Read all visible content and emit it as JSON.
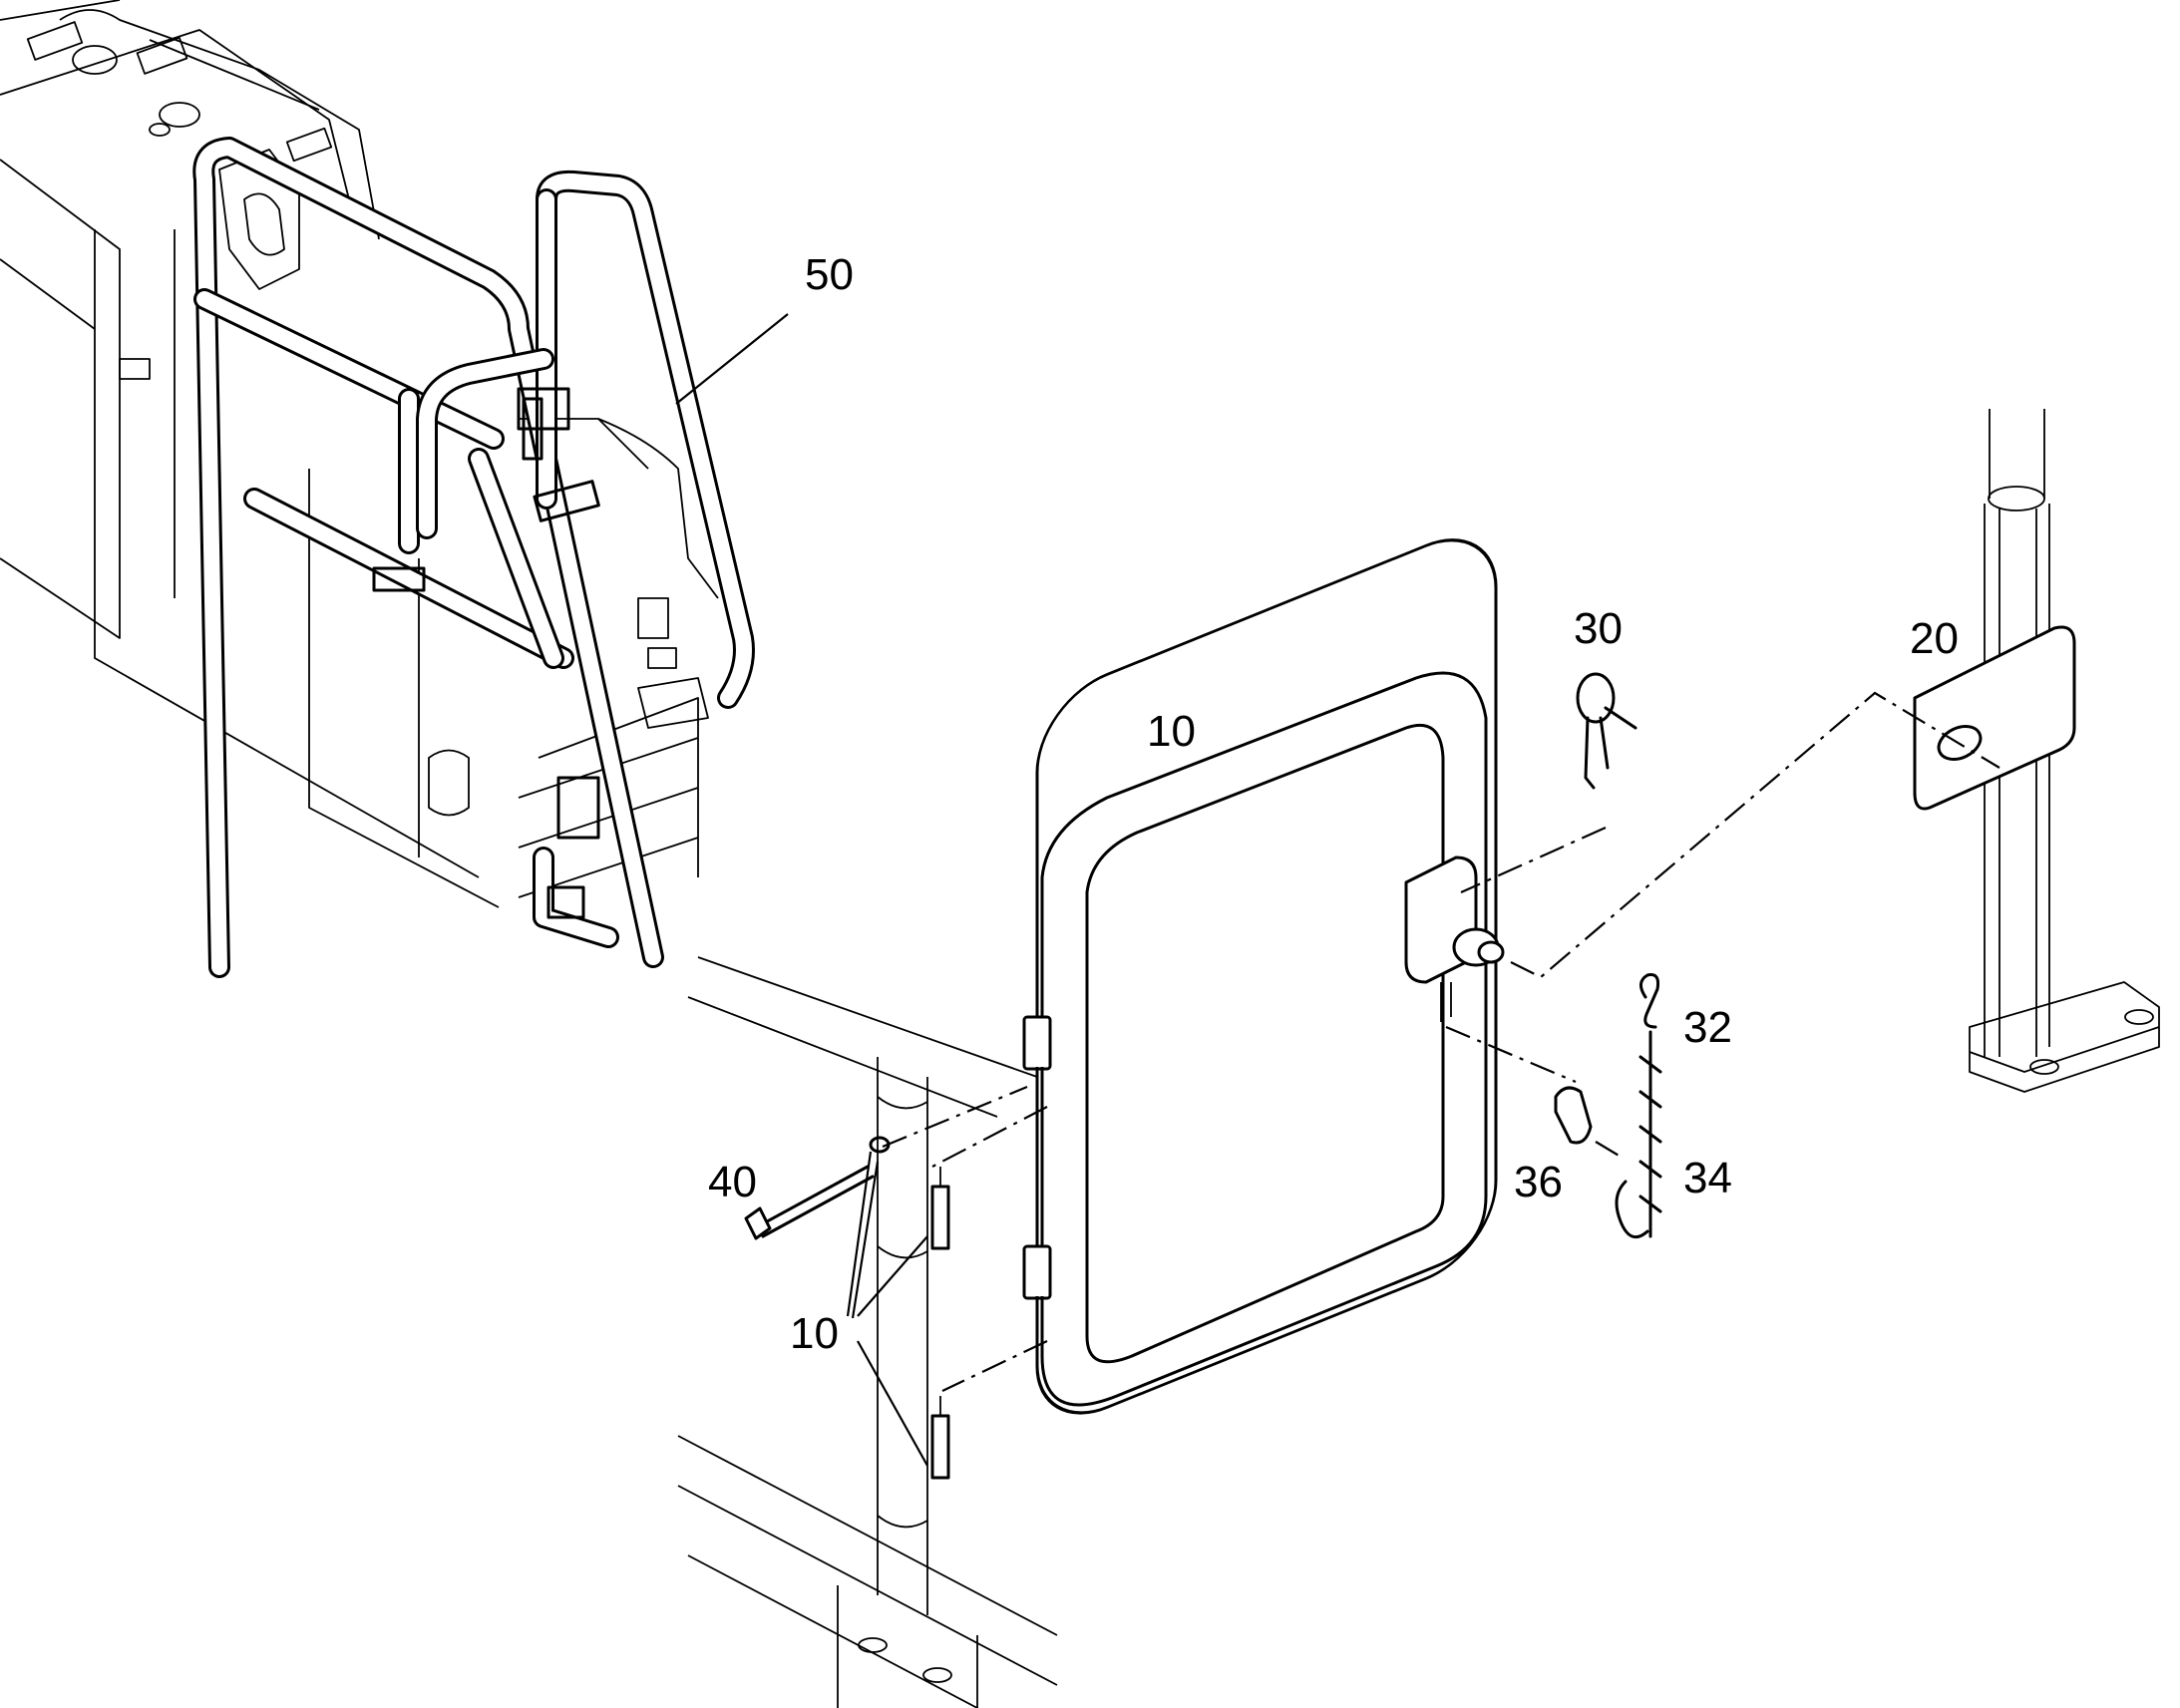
{
  "callouts": {
    "c50": "50",
    "c30": "30",
    "c20": "20",
    "c10_gate": "10",
    "c32": "32",
    "c40": "40",
    "c36": "36",
    "c34": "34",
    "c10_hinge": "10"
  }
}
